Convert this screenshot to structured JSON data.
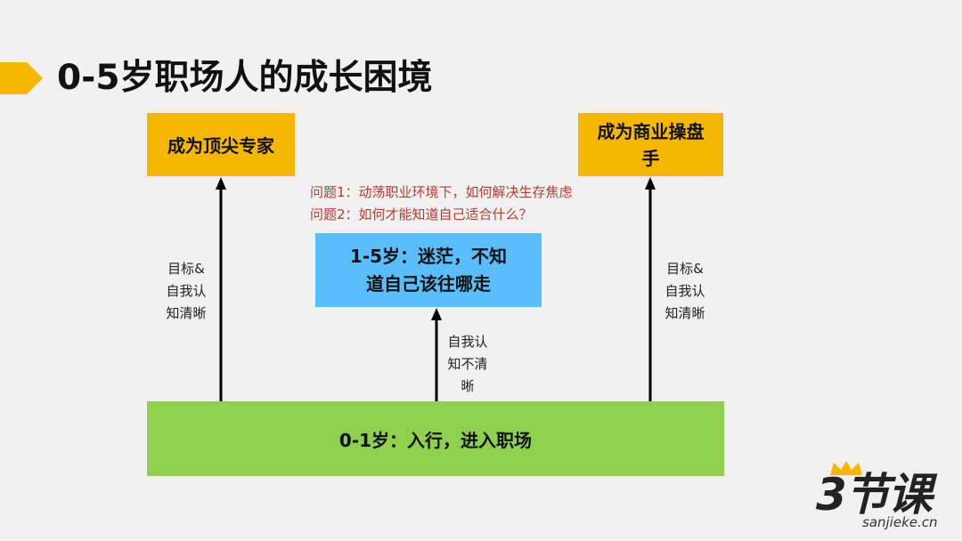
{
  "slide": {
    "title": "0-5岁职场人的成长困境"
  },
  "diagram": {
    "top_left_box": {
      "label": "成为顶尖专家"
    },
    "top_right_box": {
      "lines": [
        "成为商业操盘",
        "手"
      ]
    },
    "middle_box": {
      "lines": [
        "1-5岁：迷茫，不知",
        "道自己该往哪走"
      ]
    },
    "bottom_box": {
      "label": "0-1岁：入行，进入职场"
    },
    "left_arrow_label": {
      "lines": [
        "目标&",
        "自我认",
        "知清晰"
      ]
    },
    "right_arrow_label": {
      "lines": [
        "目标&",
        "自我认",
        "知清晰"
      ]
    },
    "middle_arrow_label": {
      "lines": [
        "自我认",
        "知不清",
        "晰"
      ]
    },
    "questions": [
      "问题1：动荡职业环境下，如何解决生存焦虑",
      "问题2：如何才能知道自己适合什么？"
    ]
  },
  "logo": {
    "name": "3节课",
    "domain": "sanjieke.cn"
  },
  "colors": {
    "accent_yellow": "#f5b800",
    "box_blue": "#5bbefc",
    "box_green": "#8fd14f",
    "question_red": "#c0392b",
    "background": "#f1f1f1"
  }
}
